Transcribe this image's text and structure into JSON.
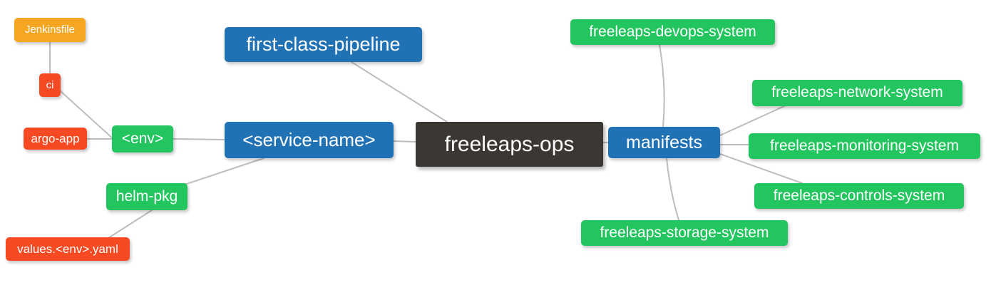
{
  "diagram": {
    "type": "mindmap",
    "title": "freeleaps-ops",
    "background": "#ffffff",
    "edge_color": "#bdbdbd",
    "palette": {
      "root_dark": "#3b3733",
      "blue": "#2171b5",
      "green": "#22c55e",
      "orange": "#f5a623",
      "red_orange": "#f74a23"
    }
  },
  "nodes": {
    "jenkinsfile": {
      "label": "Jenkinsfile",
      "color": "#f5a623"
    },
    "ci": {
      "label": "ci",
      "color": "#f74a23"
    },
    "argo_app": {
      "label": "argo-app",
      "color": "#f74a23"
    },
    "env": {
      "label": "<env>",
      "color": "#22c55e"
    },
    "helm_pkg": {
      "label": "helm-pkg",
      "color": "#22c55e"
    },
    "values_yaml": {
      "label": "values.<env>.yaml",
      "color": "#f74a23"
    },
    "first_class_pipeline": {
      "label": "first-class-pipeline",
      "color": "#2171b5"
    },
    "service_name": {
      "label": "<service-name>",
      "color": "#2171b5"
    },
    "root": {
      "label": "freeleaps-ops",
      "color": "#3b3733"
    },
    "manifests": {
      "label": "manifests",
      "color": "#2171b5"
    },
    "devops": {
      "label": "freeleaps-devops-system",
      "color": "#22c55e"
    },
    "network": {
      "label": "freeleaps-network-system",
      "color": "#22c55e"
    },
    "monitoring": {
      "label": "freeleaps-monitoring-system",
      "color": "#22c55e"
    },
    "controls": {
      "label": "freeleaps-controls-system",
      "color": "#22c55e"
    },
    "storage": {
      "label": "freeleaps-storage-system",
      "color": "#22c55e"
    }
  },
  "edges": [
    {
      "from": "jenkinsfile",
      "to": "ci"
    },
    {
      "from": "ci",
      "to": "env"
    },
    {
      "from": "argo_app",
      "to": "env"
    },
    {
      "from": "env",
      "to": "service_name"
    },
    {
      "from": "values_yaml",
      "to": "helm_pkg"
    },
    {
      "from": "helm_pkg",
      "to": "service_name"
    },
    {
      "from": "first_class_pipeline",
      "to": "root"
    },
    {
      "from": "service_name",
      "to": "root"
    },
    {
      "from": "root",
      "to": "manifests"
    },
    {
      "from": "manifests",
      "to": "devops"
    },
    {
      "from": "manifests",
      "to": "network"
    },
    {
      "from": "manifests",
      "to": "monitoring"
    },
    {
      "from": "manifests",
      "to": "controls"
    },
    {
      "from": "manifests",
      "to": "storage"
    }
  ]
}
